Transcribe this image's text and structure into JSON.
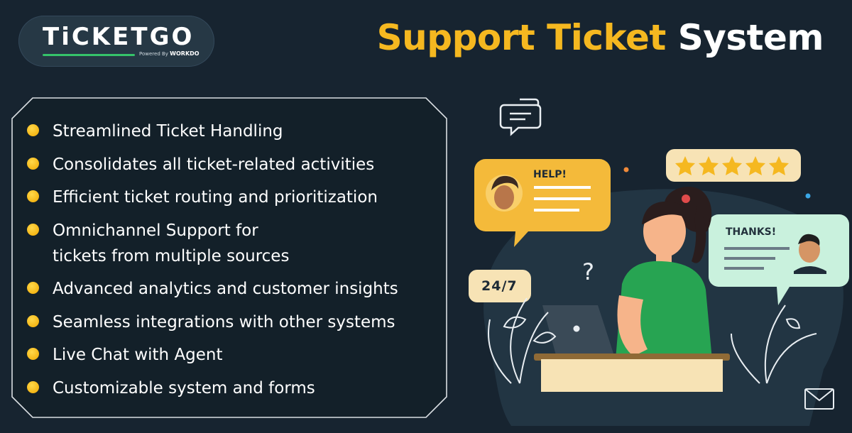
{
  "brand": {
    "logo_text": "TiCKETGO",
    "powered_prefix": "Powered By",
    "powered_brand": "WORKDO"
  },
  "headline": {
    "part1": "Support Ticket",
    "part2": "System"
  },
  "features": [
    "Streamlined Ticket Handling",
    "Consolidates all ticket-related activities",
    "Efficient ticket routing and prioritization",
    "Omnichannel Support for",
    "tickets from multiple sources",
    "Advanced analytics and customer insights",
    "Seamless integrations with other systems",
    "Live Chat with Agent",
    "Customizable system and forms"
  ],
  "illustration": {
    "help_label": "HELP!",
    "thanks_label": "THANKS!",
    "availability_label": "24/7",
    "question_mark": "?",
    "rating_stars": 5,
    "icons": [
      "chat-bubbles-icon",
      "star-icon",
      "envelope-icon",
      "plant-icon",
      "laptop-icon"
    ]
  },
  "colors": {
    "background": "#172430",
    "accent_yellow": "#f5b820",
    "accent_green": "#35c36a",
    "bubble_help": "#f4ba3a",
    "bubble_thanks": "#c9f1dd",
    "badge": "#f7e3b5"
  }
}
